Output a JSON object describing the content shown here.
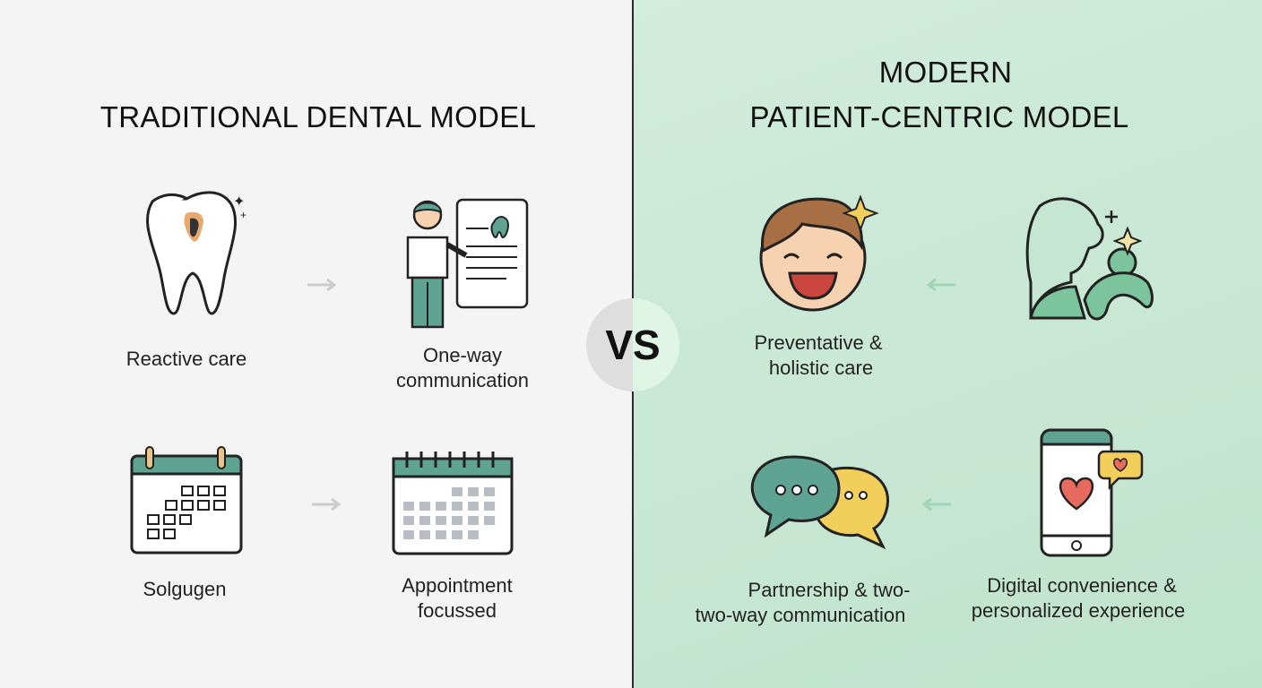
{
  "left": {
    "title": "TRADITIONAL DENTAL MODEL",
    "items": [
      {
        "label": "Reactive care",
        "icon": "decayed-tooth-icon"
      },
      {
        "label_line1": "One-way",
        "label_line2": "communication",
        "icon": "doctor-presenting-icon"
      },
      {
        "label": "Solgugen",
        "icon": "calendar-icon"
      },
      {
        "label_line1": "Appointment",
        "label_line2": "focussed",
        "icon": "calendar-grid-icon"
      }
    ]
  },
  "center": {
    "vs": "VS"
  },
  "right": {
    "title_line1": "MODERN",
    "title_line2": "PATIENT-CENTRIC MODEL",
    "items": [
      {
        "label_line1": "Preventative &",
        "label_line2": "holistic care",
        "icon": "smiling-face-icon"
      },
      {
        "icon": "caring-people-icon"
      },
      {
        "label_line1": "Partnership & two-",
        "label_line2": "two-way communication",
        "icon": "chat-bubbles-icon"
      },
      {
        "label_line1": "Digital convenience &",
        "label_line2": "personalized experience",
        "icon": "smartphone-heart-icon"
      }
    ]
  },
  "colors": {
    "teal": "#5fa393",
    "green": "#7cc49c",
    "yellow": "#f2cf5b",
    "left_bg": "#f4f4f4",
    "right_bg": "#c8e8d4"
  }
}
